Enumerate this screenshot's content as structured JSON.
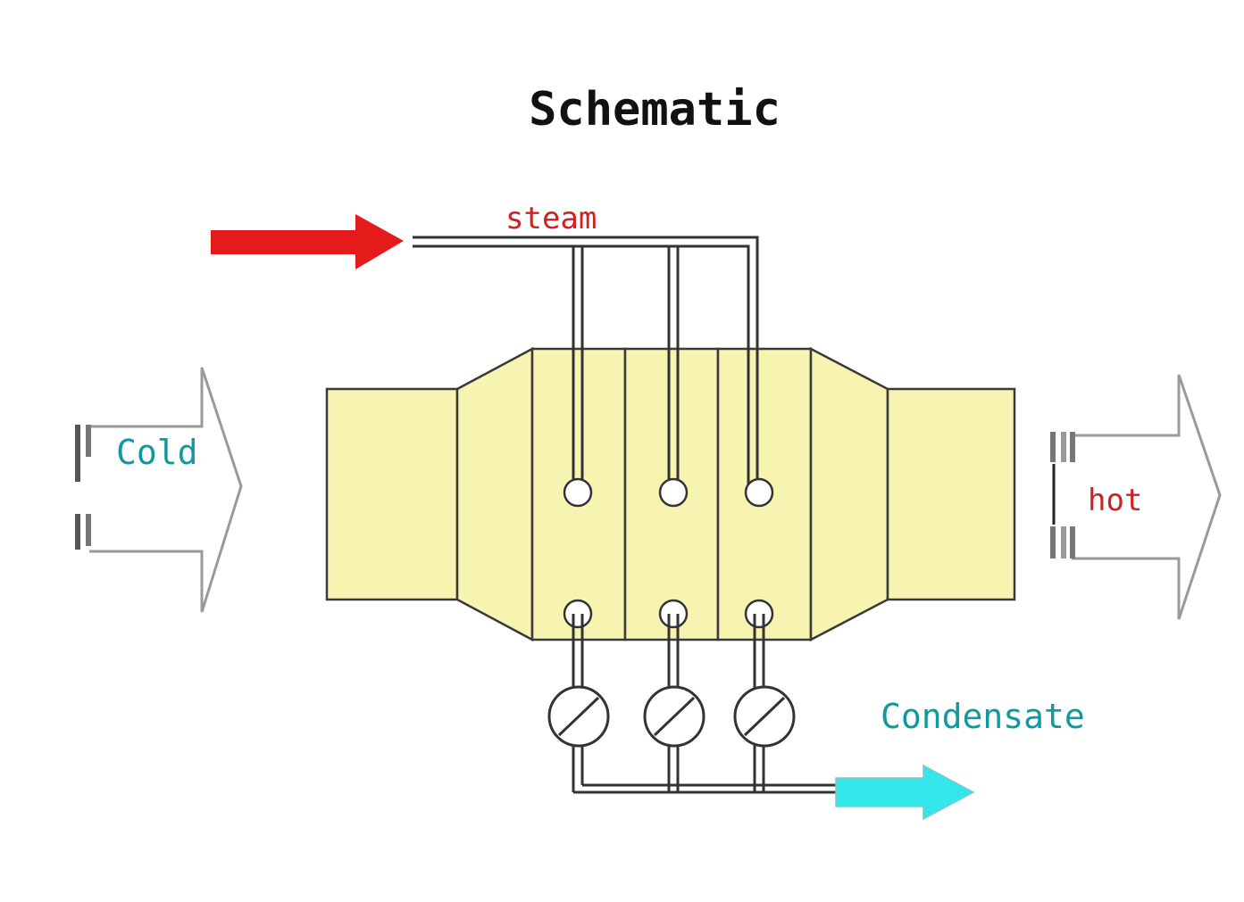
{
  "title": "Schematic",
  "labels": {
    "steam": "steam",
    "cold": "Cold",
    "hot": "hot",
    "condensate": "Condensate"
  },
  "colors": {
    "steam_arrow": "#e51b1b",
    "condensate_arrow": "#33e6ea",
    "steam_text": "#cc2222",
    "hot_text": "#cc2222",
    "cold_text": "#109aa0",
    "condensate_text": "#109aa0",
    "body_fill": "#f6f4b0",
    "outline": "#333333"
  },
  "icons": [
    "steam-arrow-icon",
    "condensate-arrow-icon",
    "gauge-icon",
    "flow-in-arrow-icon",
    "flow-out-arrow-icon"
  ]
}
